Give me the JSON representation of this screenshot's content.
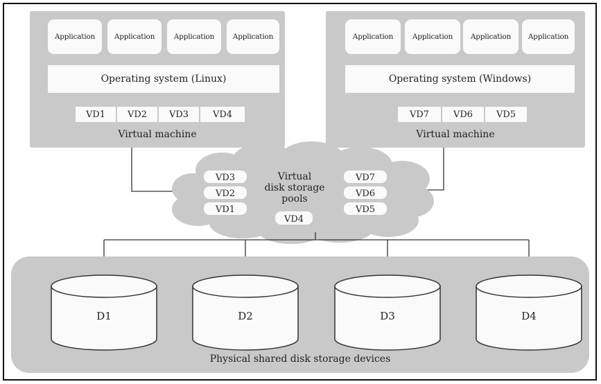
{
  "left_vm": {
    "apps": [
      "Application",
      "Application",
      "Application",
      "Application"
    ],
    "os": "Operating system (Linux)",
    "vds": [
      "VD1",
      "VD2",
      "VD3",
      "VD4"
    ],
    "label": "Virtual machine"
  },
  "right_vm": {
    "apps": [
      "Application",
      "Application",
      "Application",
      "Application"
    ],
    "os": "Operating system (Windows)",
    "vds": [
      "VD7",
      "VD6",
      "VD5"
    ],
    "label": "Virtual machine"
  },
  "pool": {
    "label_lines": [
      "Virtual",
      "disk storage",
      "pools"
    ],
    "left_stack": [
      "VD3",
      "VD2",
      "VD1"
    ],
    "right_stack": [
      "VD7",
      "VD6",
      "VD5"
    ],
    "center": "VD4"
  },
  "physical": {
    "disks": [
      "D1",
      "D2",
      "D3",
      "D4"
    ],
    "label": "Physical shared disk storage devices"
  }
}
